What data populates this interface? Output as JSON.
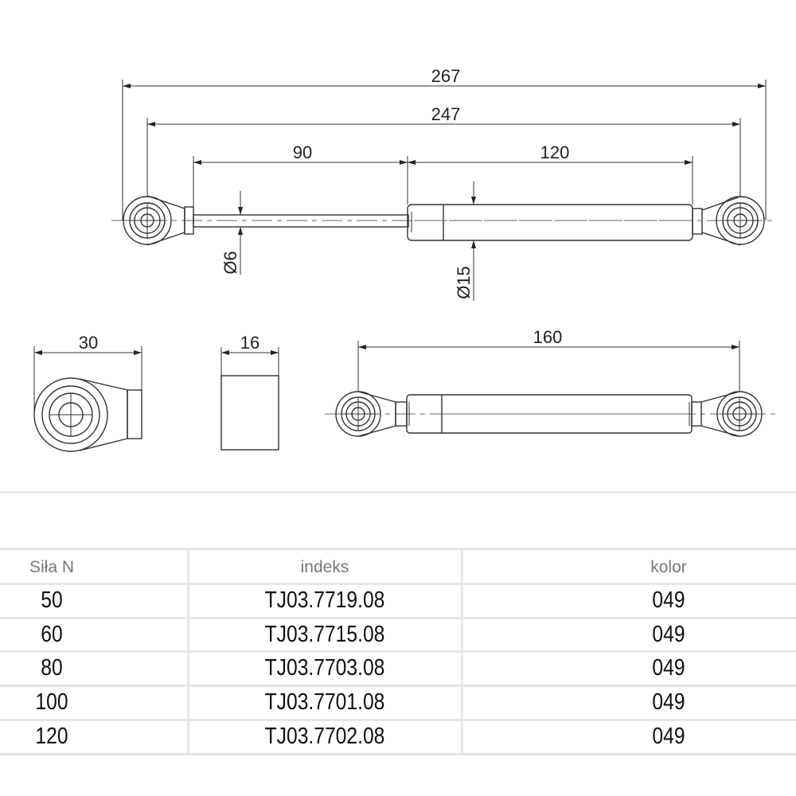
{
  "drawing": {
    "dimensions": {
      "overall_length": "267",
      "eye_to_eye_length": "247",
      "stroke": "90",
      "cylinder": "120",
      "rod_diameter": "Ø6",
      "cylinder_diameter": "Ø15",
      "eye_width": "30",
      "eye_thickness": "16",
      "compressed_length": "160"
    }
  },
  "table": {
    "headers": [
      "Siła N",
      "indeks",
      "kolor"
    ],
    "rows": [
      [
        "50",
        "TJ03.7719.08",
        "049"
      ],
      [
        "60",
        "TJ03.7715.08",
        "049"
      ],
      [
        "80",
        "TJ03.7703.08",
        "049"
      ],
      [
        "100",
        "TJ03.7701.08",
        "049"
      ],
      [
        "120",
        "TJ03.7702.08",
        "049"
      ]
    ]
  }
}
